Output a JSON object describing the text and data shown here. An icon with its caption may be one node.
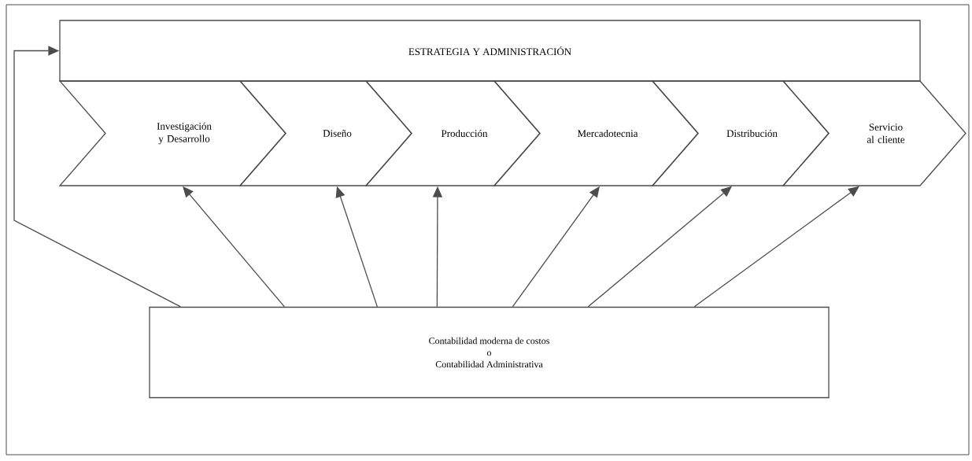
{
  "diagram": {
    "nodes": [
      {
        "text": [
          "ESTRATEGIA Y ADMINISTRACIÓN"
        ]
      },
      {
        "text": [
          "Investigación y Desarrollo"
        ]
      },
      {
        "text": [
          "Diseño"
        ]
      },
      {
        "text": [
          "Producción"
        ]
      },
      {
        "text": [
          "Mercadotecnia"
        ]
      },
      {
        "text": [
          "Distribución"
        ]
      },
      {
        "text": [
          "Servicio al cliente"
        ]
      },
      {
        "text": [
          "Contabilidad moderna de costos",
          "o",
          "Contabilidad Administrativa"
        ]
      }
    ],
    "edges": [
      {
        "from": 7,
        "to": 0,
        "arrow": "to"
      },
      {
        "from": 7,
        "to": 1,
        "arrow": "to"
      },
      {
        "from": 7,
        "to": 2,
        "arrow": "to"
      },
      {
        "from": 7,
        "to": 3,
        "arrow": "to"
      },
      {
        "from": 7,
        "to": 4,
        "arrow": "to"
      },
      {
        "from": 7,
        "to": 5,
        "arrow": "to"
      },
      {
        "from": 7,
        "to": 6,
        "arrow": "to"
      }
    ]
  }
}
